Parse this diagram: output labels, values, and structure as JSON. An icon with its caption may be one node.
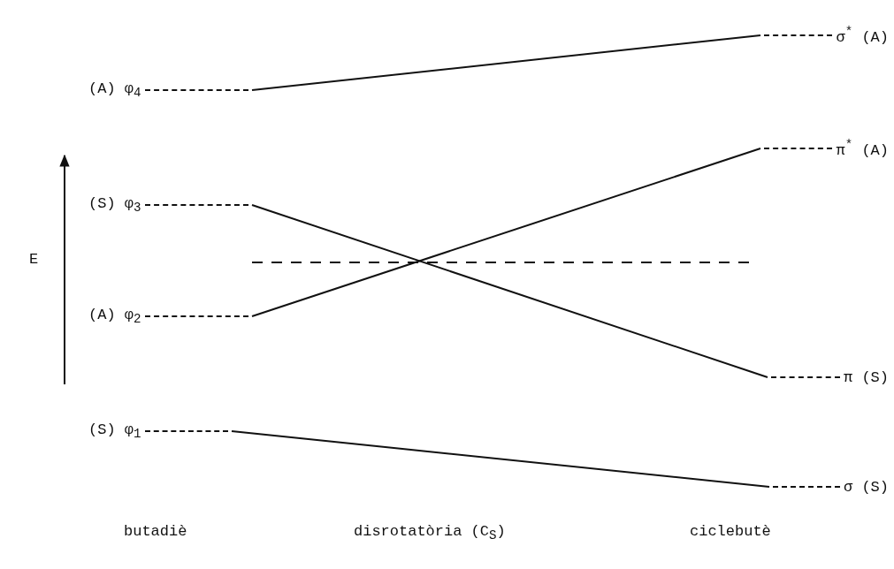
{
  "diagram": {
    "nodes": [
      {
        "text": [
          "(A) φ$_{4}$"
        ]
      },
      {
        "text": [
          "(S) φ$_{3}$"
        ]
      },
      {
        "text": [
          "(A) φ$_{2}$"
        ]
      },
      {
        "text": [
          "(S) φ$_{1}$"
        ]
      },
      {
        "text": [
          "σ$^{*}$ (A)"
        ]
      },
      {
        "text": [
          "π$^{*}$ (A)"
        ]
      },
      {
        "text": [
          "π (S)"
        ]
      },
      {
        "text": [
          "σ (S)"
        ]
      }
    ],
    "edges": [
      {
        "from": 0,
        "to": 4,
        "arrow": "none"
      },
      {
        "from": 1,
        "to": 6,
        "arrow": "none"
      },
      {
        "from": 2,
        "to": 5,
        "arrow": "none"
      },
      {
        "from": 3,
        "to": 7,
        "arrow": "none"
      }
    ],
    "labels": [
      "E",
      "butadiè",
      "disrotatòria (C$_{S}$)",
      "ciclebutè"
    ]
  }
}
